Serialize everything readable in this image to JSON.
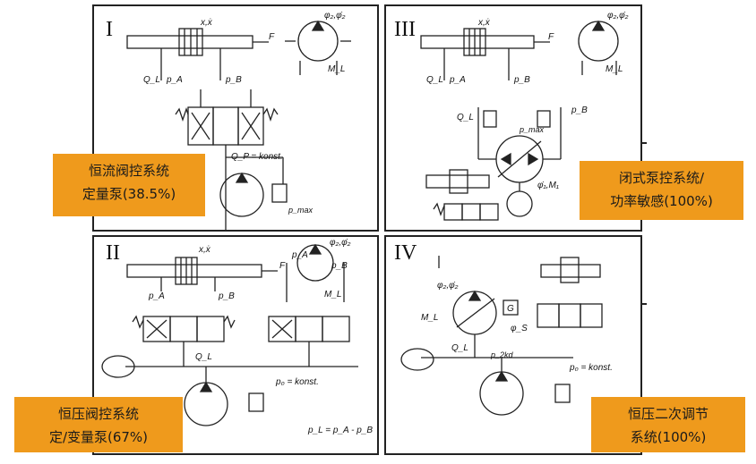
{
  "panels": [
    {
      "roman": "I",
      "label_line1": "恒流阀控系统",
      "label_line2": "定量泵(38.5%)"
    },
    {
      "roman": "III",
      "label_line1": "闭式泵控系统/",
      "label_line2": "功率敏感(100%)"
    },
    {
      "roman": "II",
      "label_line1": "恒压阀控系统",
      "label_line2": "定/变量泵(67%)"
    },
    {
      "roman": "IV",
      "label_line1": "恒压二次调节",
      "label_line2": "系统(100%)"
    }
  ],
  "symbols": {
    "pos": "x,ẋ",
    "angle": "φ₂,φ̇₂",
    "angle1": "φ̇₁,M₁",
    "force": "F",
    "flow_load": "Q_L",
    "p_a": "p_A",
    "p_b": "p_B",
    "moment_load": "M_L",
    "qp_const": "Q_P = konst.",
    "p_max": "p_max",
    "p0_const": "p₀ = konst.",
    "pl_eq": "p_L = p_A - p_B",
    "g": "G",
    "phi_b": "φ_S",
    "p_2kd": "p_2kd"
  }
}
